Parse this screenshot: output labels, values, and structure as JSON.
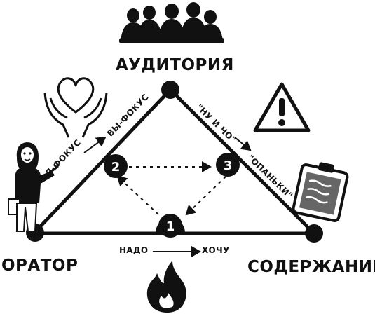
{
  "vertices": {
    "top": "АУДИТОРИЯ",
    "left": "ОРАТОР",
    "right": "СОДЕРЖАНИЕ"
  },
  "edges": {
    "left_start": "Я-ФОКУС",
    "left_end": "ВЫ-ФОКУС",
    "right_start": "\"НУ И ЧО\"",
    "right_end": "\"ОПАНЬКИ\"",
    "bottom_start": "НАДО",
    "bottom_end": "ХОЧУ"
  },
  "steps": [
    "1",
    "2",
    "3"
  ],
  "icons": [
    "audience-icon",
    "heart-hands-icon",
    "speaker-person-icon",
    "warning-icon",
    "clipboard-icon",
    "flame-icon"
  ],
  "colors": {
    "ink": "#111111",
    "paper": "#ffffff",
    "clipboard": "#666666"
  }
}
